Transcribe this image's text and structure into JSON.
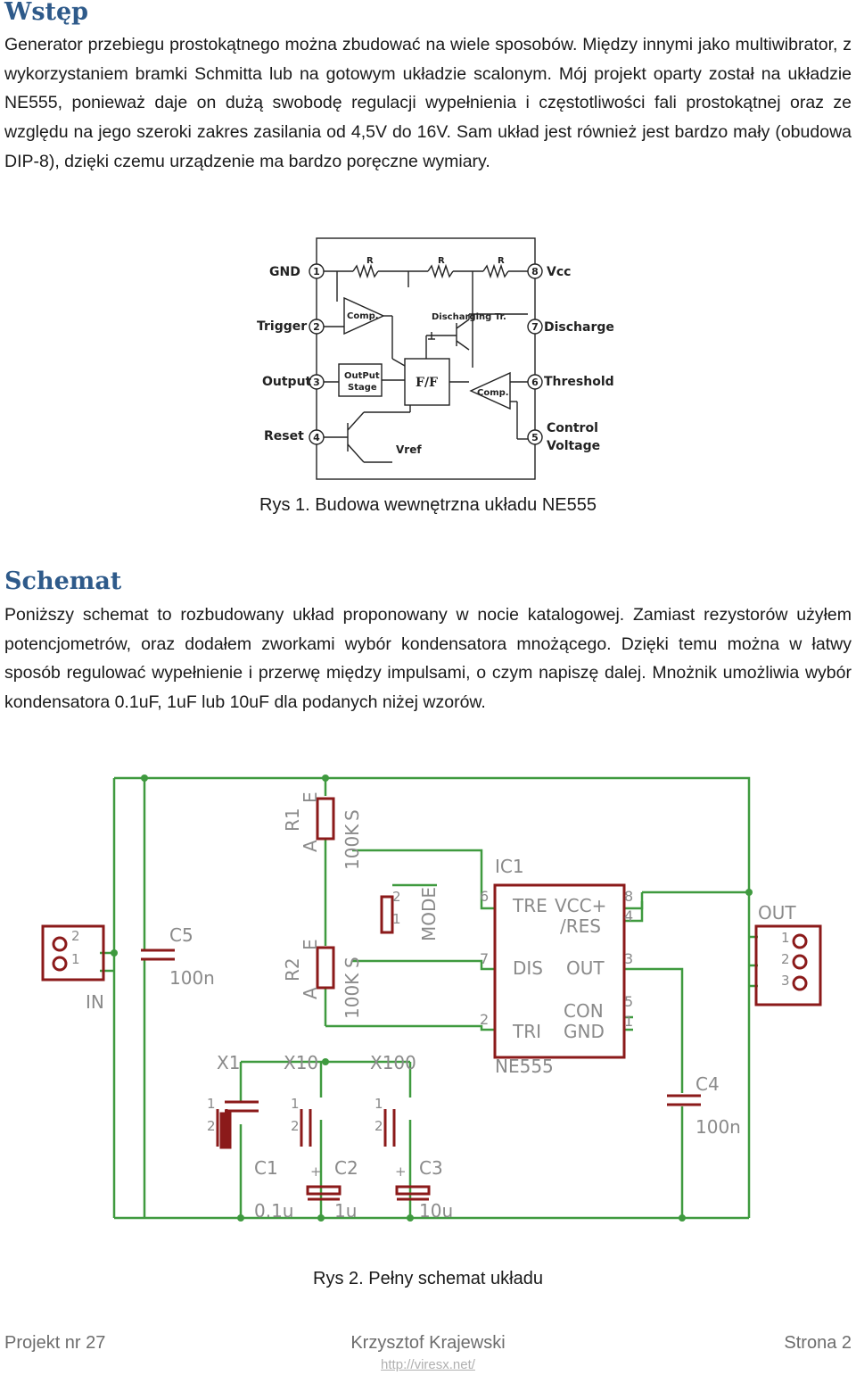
{
  "section1": {
    "heading": "Wstęp",
    "paragraph": "Generator przebiegu prostokątnego można zbudować na wiele sposobów. Między innymi jako multiwibrator, z wykorzystaniem bramki Schmitta lub na gotowym układzie scalonym. Mój projekt oparty został na układzie NE555, ponieważ daje on dużą swobodę regulacji wypełnienia i częstotliwości fali prostokątnej oraz ze względu na jego szeroki zakres zasilania od 4,5V do 16V. Sam układ jest również jest bardzo mały (obudowa DIP-8), dzięki czemu urządzenie ma bardzo poręczne wymiary."
  },
  "figure1": {
    "caption": "Rys 1. Budowa wewnętrzna układu NE555",
    "pin_labels": [
      "GND",
      "Trigger",
      "Output",
      "Reset",
      "Control",
      "Voltage",
      "Threshold",
      "Discharge",
      "Vcc"
    ],
    "pin_numbers": [
      "1",
      "2",
      "3",
      "4",
      "5",
      "6",
      "7",
      "8"
    ],
    "resistor_label": "R",
    "blocks": {
      "comp_top": "Comp.",
      "comp_bottom": "Comp.",
      "flipflop": "F/F",
      "output_stage_1": "OutPut",
      "output_stage_2": "Stage",
      "discharging": "Discharging Tr.",
      "vref": "Vref"
    }
  },
  "section2": {
    "heading": "Schemat",
    "paragraph": "Poniższy schemat to rozbudowany układ proponowany w nocie katalogowej. Zamiast rezystorów użyłem potencjometrów, oraz dodałem zworkami wybór kondensatora mnożącego. Dzięki temu można w łatwy sposób regulować wypełnienie i przerwę między impulsami, o czym napiszę dalej. Mnożnik umożliwia wybór kondensatora 0.1uF, 1uF lub 10uF dla podanych niżej wzorów."
  },
  "figure2": {
    "caption": "Rys 2. Pełny schemat układu",
    "ic": {
      "name": "IC1",
      "part": "NE555",
      "pins_left": [
        "TRE",
        "DIS",
        "TRI"
      ],
      "pins_right": [
        "VCC+",
        "/RES",
        "OUT",
        "CON",
        "GND"
      ],
      "pin_numbers_left": [
        "6",
        "7",
        "2"
      ],
      "pin_numbers_right": [
        "8",
        "4",
        "3",
        "5",
        "1"
      ]
    },
    "r1": {
      "name": "R1",
      "value": "100K",
      "a": "A",
      "e": "E",
      "s": "S"
    },
    "r2": {
      "name": "R2",
      "value": "100K",
      "a": "A",
      "e": "E",
      "s": "S"
    },
    "mode": {
      "name": "MODE",
      "pin1": "1",
      "pin2": "2"
    },
    "c5": {
      "name": "C5",
      "value": "100n"
    },
    "c4": {
      "name": "C4",
      "value": "100n"
    },
    "c1": {
      "name": "C1",
      "value": "0.1u"
    },
    "c2": {
      "name": "C2",
      "value": "1u"
    },
    "c3": {
      "name": "C3",
      "value": "10u"
    },
    "plus": "+",
    "jumpers": [
      "X1",
      "X10",
      "X100"
    ],
    "jumper_pins": [
      "1",
      "2"
    ],
    "in_connector": {
      "name": "IN",
      "pins": [
        "2",
        "1"
      ]
    },
    "out_connector": {
      "name": "OUT",
      "pins": [
        "1",
        "2",
        "3"
      ]
    }
  },
  "footer": {
    "left": "Projekt nr 27",
    "center": "Krzysztof Krajewski",
    "link": "http://viresx.net/",
    "right": "Strona 2"
  }
}
